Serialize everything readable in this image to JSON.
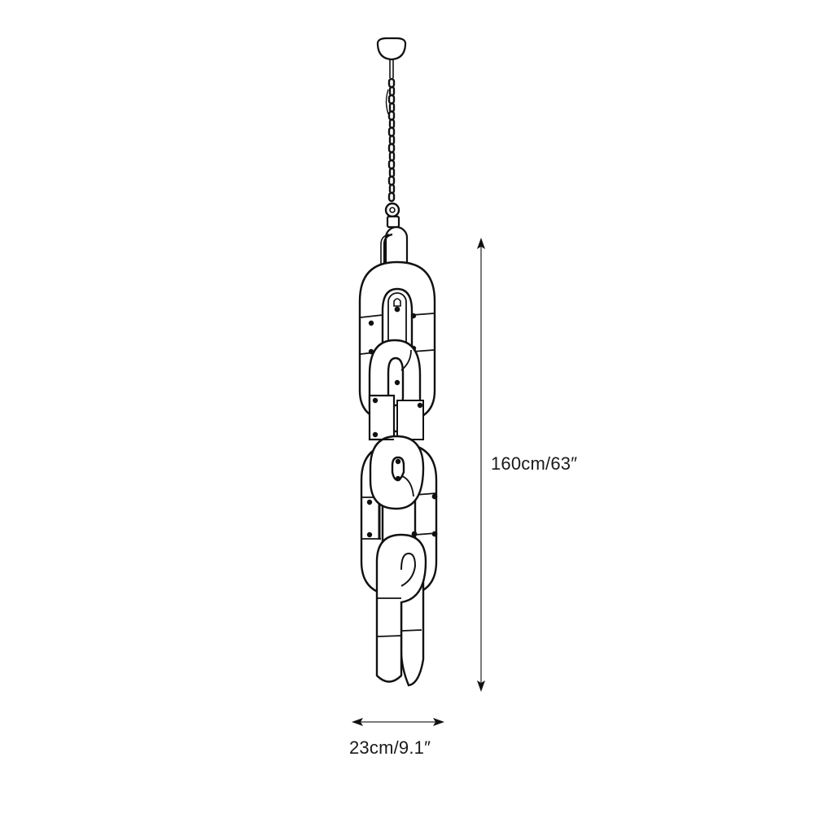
{
  "diagram": {
    "subject": "chain-link pendant lamp",
    "background_color": "#ffffff",
    "line_color": "#111111",
    "dimension_line_color": "#7a7a7a",
    "components": [
      "ceiling-canopy",
      "suspension-chain",
      "top-hook-link",
      "link-1",
      "link-2",
      "link-3",
      "link-4",
      "link-5"
    ]
  },
  "dimensions": {
    "height": {
      "label": "160cm/63″",
      "orientation": "vertical"
    },
    "width": {
      "label": "23cm/9.1″",
      "orientation": "horizontal"
    }
  }
}
